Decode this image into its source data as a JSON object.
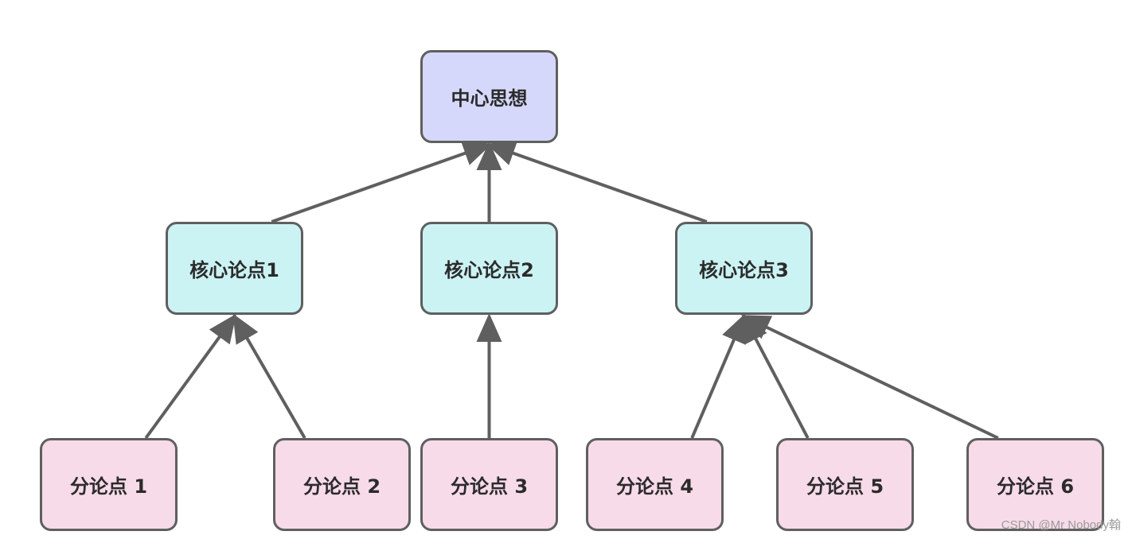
{
  "diagram": {
    "root": {
      "label": "中心思想",
      "color": "#d6d8fb"
    },
    "core_points": [
      {
        "label": "核心论点1",
        "color": "#ccf3f4"
      },
      {
        "label": "核心论点2",
        "color": "#ccf3f4"
      },
      {
        "label": "核心论点3",
        "color": "#ccf3f4"
      }
    ],
    "sub_points": [
      {
        "label": "分论点 1",
        "color": "#f8dbe8"
      },
      {
        "label": "分论点 2",
        "color": "#f8dbe8"
      },
      {
        "label": "分论点 3",
        "color": "#f8dbe8"
      },
      {
        "label": "分论点 4",
        "color": "#f8dbe8"
      },
      {
        "label": "分论点 5",
        "color": "#f8dbe8"
      },
      {
        "label": "分论点 6",
        "color": "#f8dbe8"
      }
    ],
    "edges": [
      {
        "from": "核心论点1",
        "to": "中心思想"
      },
      {
        "from": "核心论点2",
        "to": "中心思想"
      },
      {
        "from": "核心论点3",
        "to": "中心思想"
      },
      {
        "from": "分论点 1",
        "to": "核心论点1"
      },
      {
        "from": "分论点 2",
        "to": "核心论点1"
      },
      {
        "from": "分论点 3",
        "to": "核心论点2"
      },
      {
        "from": "分论点 4",
        "to": "核心论点3"
      },
      {
        "from": "分论点 5",
        "to": "核心论点3"
      },
      {
        "from": "分论点 6",
        "to": "核心论点3"
      }
    ],
    "edge_color": "#5f5f5f",
    "border_color": "#5f5f5f"
  },
  "watermark": "CSDN @Mr Nobody翰"
}
